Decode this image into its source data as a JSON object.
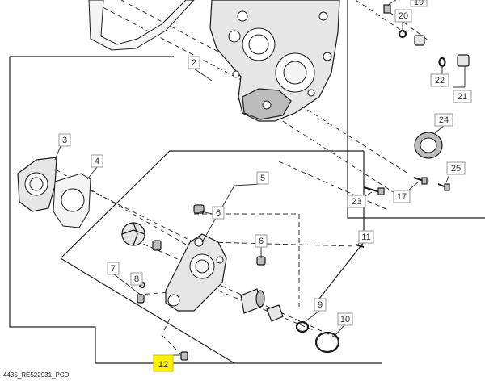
{
  "figure_id": "4435_RE522931_PCD",
  "callouts": [
    "2",
    "3",
    "4",
    "5",
    "6",
    "6",
    "7",
    "8",
    "9",
    "10",
    "11",
    "12",
    "17",
    "19",
    "20",
    "21",
    "22",
    "23",
    "24",
    "25"
  ],
  "highlight_color": "#fff200"
}
